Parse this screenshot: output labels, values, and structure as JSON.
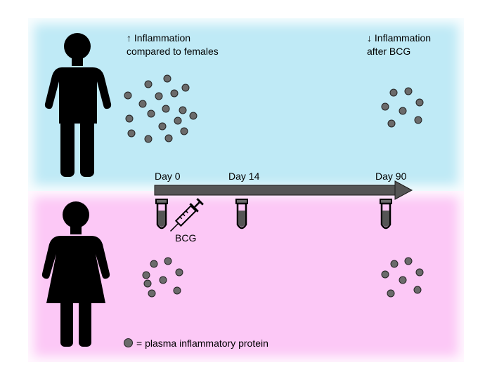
{
  "colors": {
    "male_band": "#bfeaf6",
    "female_band": "#fcc8f6",
    "protein_dot": "#6b6b6b",
    "timeline_arrow": "#555555"
  },
  "male": {
    "note_line1": "↑ Inflammation",
    "note_line2": "compared to females",
    "after_line1": "↓ Inflammation",
    "after_line2": "after BCG"
  },
  "timeline": {
    "day0": "Day 0",
    "day14": "Day 14",
    "day90": "Day 90",
    "vaccine": "BCG"
  },
  "legend": {
    "label": "= plasma inflammatory protein"
  },
  "icons": [
    "male-figure-icon",
    "female-figure-icon",
    "syringe-icon",
    "test-tube-icon",
    "protein-dot-icon"
  ]
}
